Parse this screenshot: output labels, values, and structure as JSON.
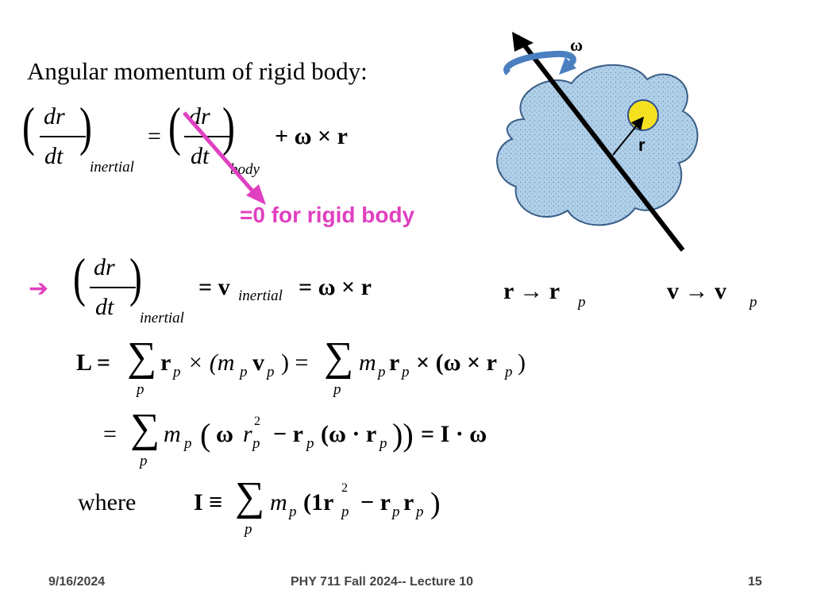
{
  "title": "Angular momentum of rigid body:",
  "eq1": {
    "num": "dr",
    "den": "dt",
    "sub_left": "inertial",
    "equals": "=",
    "sub_right": "body",
    "tail": "+ ω × r"
  },
  "annotation": "=0 for rigid body",
  "implies_symbol": "➔",
  "eq2": {
    "num": "dr",
    "den": "dt",
    "sub": "inertial",
    "rhs_a": "= v",
    "rhs_sub": "inertial",
    "rhs_b": "= ω × r"
  },
  "map1": {
    "lhs": "r → r",
    "sub": "p"
  },
  "map2": {
    "lhs": "v → v",
    "sub": "p"
  },
  "eq3": {
    "lhs": "L =",
    "sum_sub": "p",
    "term1": "r",
    "term1_sub": "p",
    "term1_rest": "× (m",
    "term1_m_sub": "p",
    "term1_v": "v",
    "term1_v_sub": "p",
    "term1_close": ") =",
    "term2": "m",
    "term2_sub": "p",
    "term2_r": "r",
    "term2_r_sub": "p",
    "term2_rest": "× (ω × r",
    "term2_rest_sub": "p",
    "term2_close": ")"
  },
  "eq4": {
    "lhs": "=",
    "m": "m",
    "m_sub": "p",
    "open": "(",
    "omega": "ω",
    "r": "r",
    "r_sup": "2",
    "r_sub": "p",
    "minus_r": "− r",
    "minus_r_sub": "p",
    "inner": "(ω · r",
    "inner_sub": "p",
    "close": "))",
    "result": "= I · ω"
  },
  "eq5": {
    "where": "where",
    "lhs": "I ≡",
    "m": "m",
    "m_sub": "p",
    "body": "(1r",
    "sup": "2",
    "body_sub": "p",
    "minus": "− r",
    "minus_sub1": "p",
    "r2": "r",
    "minus_sub2": "p",
    "close": ")"
  },
  "diagram": {
    "omega_label": "ω",
    "r_label": "r",
    "body_color": "#b0d0ea",
    "dot_color": "#f5e020",
    "rotation_arrow_color": "#4a7fc0"
  },
  "footer": {
    "date": "9/16/2024",
    "course": "PHY 711  Fall 2024-- Lecture 10",
    "page": "15"
  },
  "colors": {
    "accent": "#e040c0"
  }
}
